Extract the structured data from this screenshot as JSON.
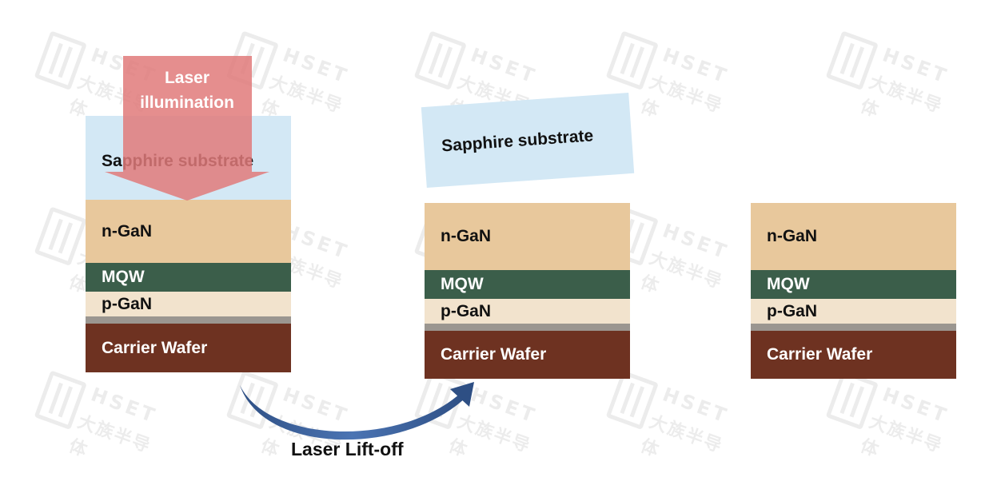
{
  "laser_label": "Laser illumination",
  "step_label": "Laser Lift-off",
  "sapphire_label": "Sapphire substrate",
  "layers": {
    "ngan": "n-GaN",
    "mqw": "MQW",
    "pgan": "p-GaN",
    "carrier": "Carrier Wafer"
  },
  "watermark": {
    "mark": "HSET",
    "text": "大族半导体"
  },
  "colors": {
    "sapphire": "#d3e8f5",
    "ngan": "#e8c89c",
    "mqw": "#3b5e4a",
    "pgan": "#f2e3cd",
    "bond": "#9b9690",
    "carrier": "#6e3221",
    "laser_arrow": "#e07a7a",
    "curve_arrow": "#34588e"
  }
}
